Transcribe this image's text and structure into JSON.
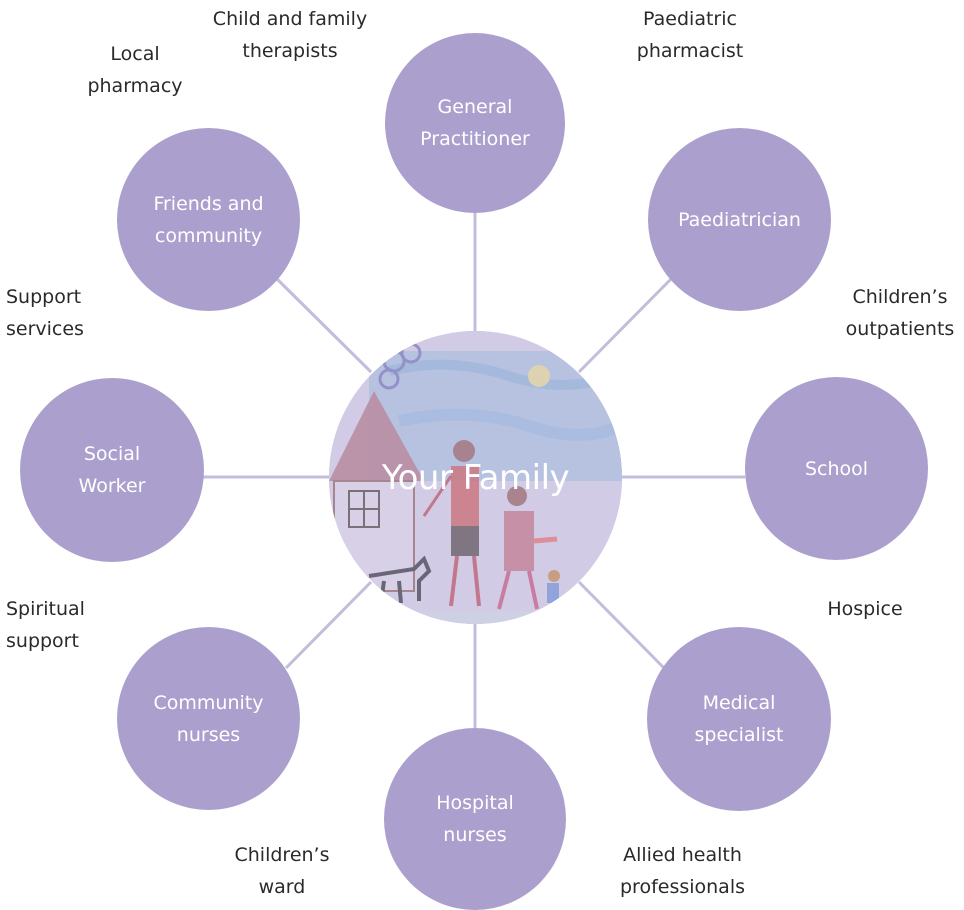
{
  "center": {
    "label": "Your Family"
  },
  "nodes": {
    "general_practitioner": "General\nPractitioner",
    "paediatrician": "Paediatrician",
    "school": "School",
    "medical_specialist": "Medical\nspecialist",
    "hospital_nurses": "Hospital\nnurses",
    "community_nurses": "Community\nnurses",
    "social_worker": "Social\nWorker",
    "friends_and_community": "Friends and\ncommunity"
  },
  "outer_labels": {
    "child_and_family_therapists": "Child and family\ntherapists",
    "paediatric_pharmacist": "Paediatric\npharmacist",
    "local_pharmacy": "Local\npharmacy",
    "support_services": "Support\nservices",
    "childrens_outpatients": "Children’s\noutpatients",
    "spiritual_support": "Spiritual\nsupport",
    "hospice": "Hospice",
    "childrens_ward": "Children’s\nward",
    "allied_health_professionals": "Allied health\nprofessionals"
  },
  "colors": {
    "node_fill": "#aba0cd",
    "connector": "#c4bcdc",
    "node_text": "#ffffff",
    "outer_text": "#2a2a2a"
  }
}
